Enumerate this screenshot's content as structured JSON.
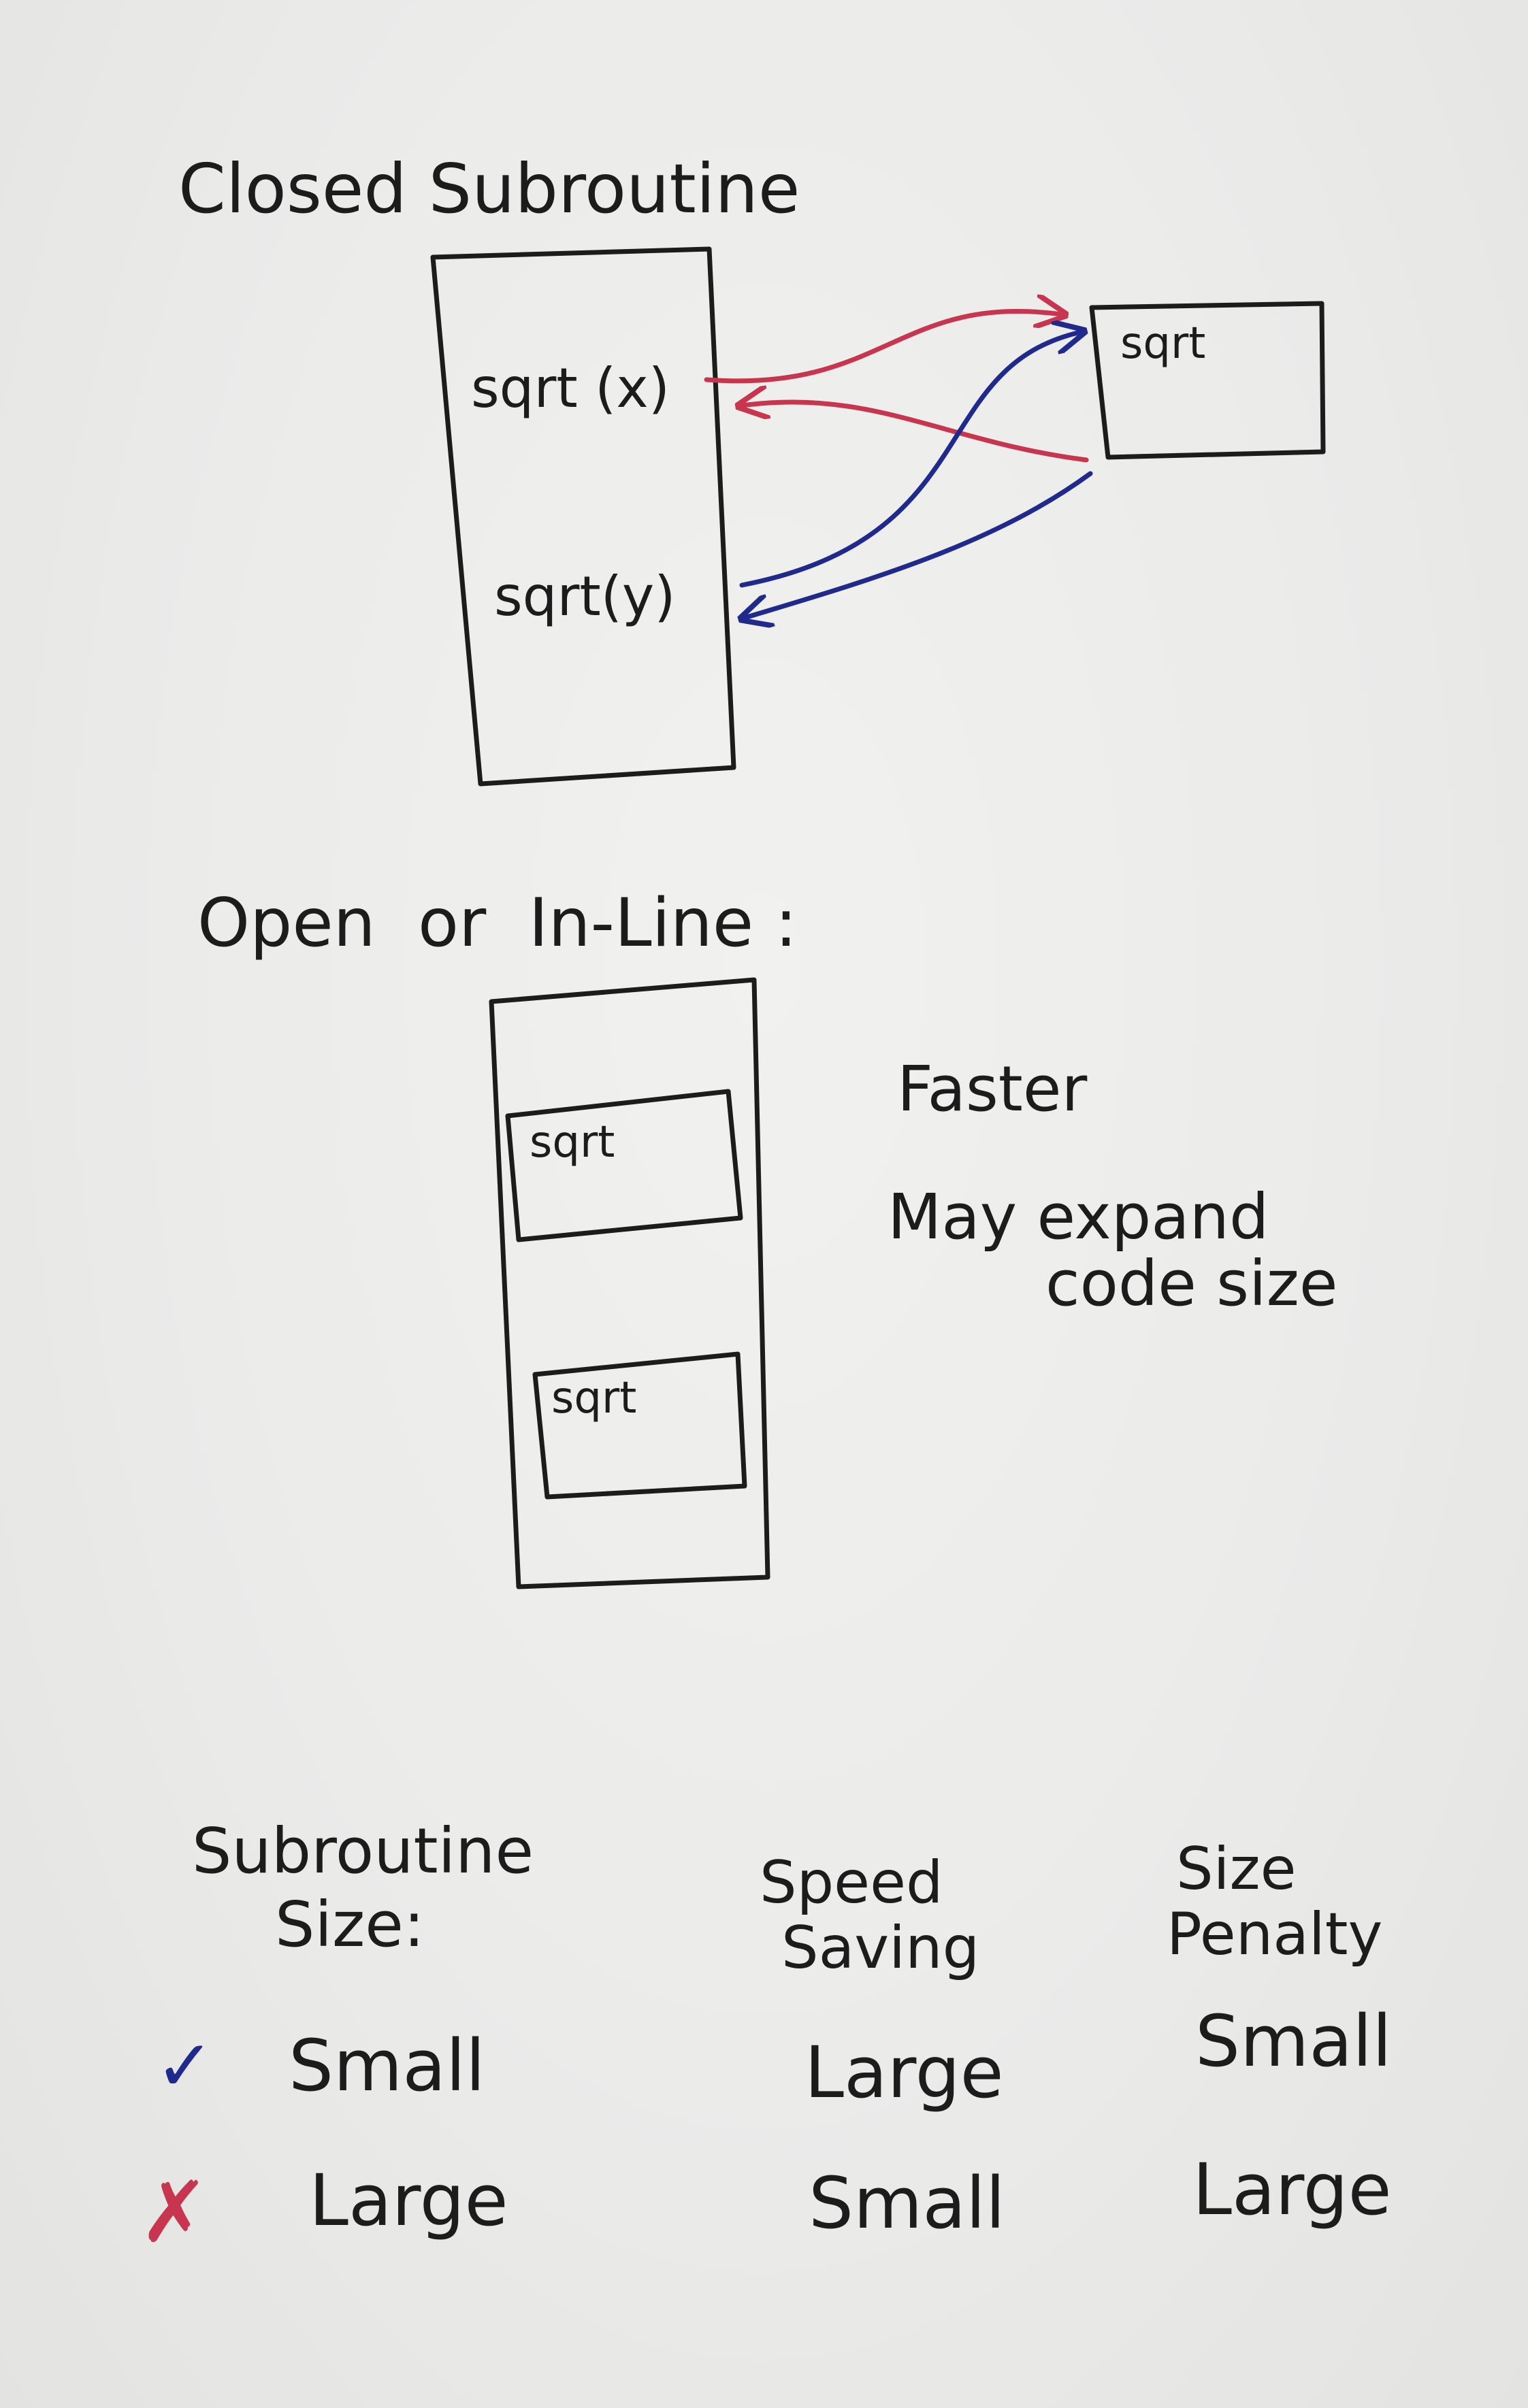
{
  "closed": {
    "title": "Closed Subroutine",
    "call_x": "sqrt (x)",
    "call_y": "sqrt(y)",
    "target": "sqrt",
    "call_color": "#c8354e",
    "return_color": "#1f2a8c"
  },
  "open": {
    "title": "Open  or  In-Line :",
    "inline_1": "sqrt",
    "inline_2": "sqrt",
    "note_faster": "Faster",
    "note_expand_1": "May expand",
    "note_expand_2": "code size"
  },
  "table": {
    "headers": {
      "size_line1": "Subroutine",
      "size_line2": "Size:",
      "speed_line1": "Speed",
      "speed_line2": "Saving",
      "penalty_line1": "Size",
      "penalty_line2": "Penalty"
    },
    "rows": [
      {
        "marker": "✓",
        "marker_color": "#1f2a8c",
        "size": "Small",
        "speed": "Large",
        "penalty": "Small"
      },
      {
        "marker": "✗",
        "marker_color": "#c8354e",
        "size": "Large",
        "speed": "Small",
        "penalty": "Large"
      }
    ]
  }
}
